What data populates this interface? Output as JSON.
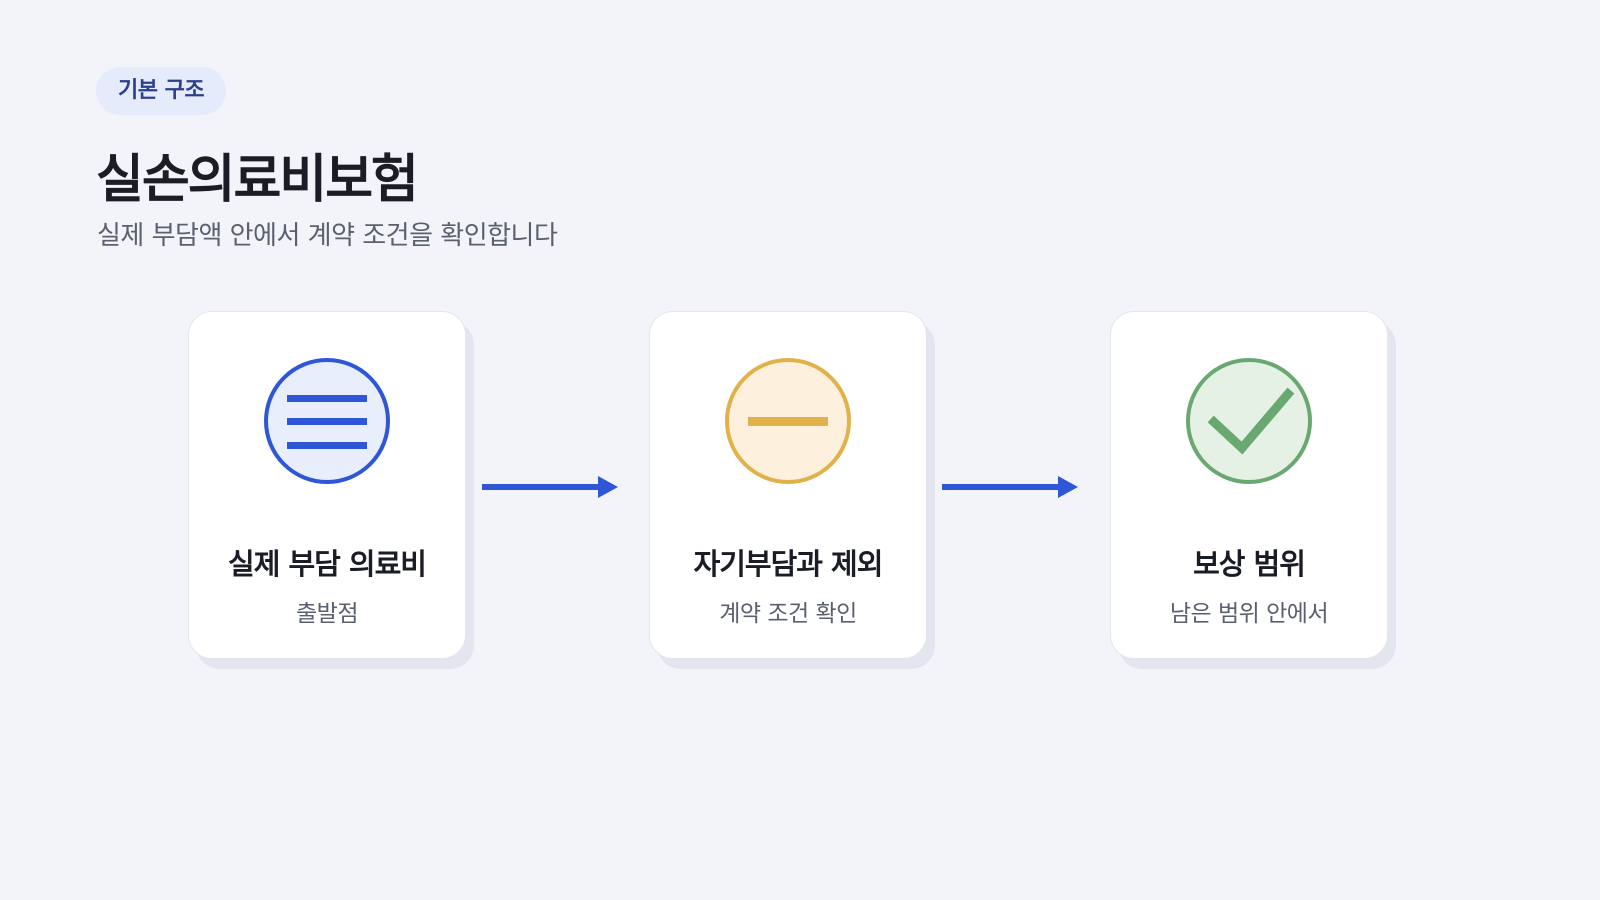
{
  "header": {
    "badge": "기본 구조",
    "title": "실손의료비보험",
    "subtitle": "실제 부담액 안에서 계약 조건을 확인합니다"
  },
  "steps": [
    {
      "title": "실제 부담 의료비",
      "subtitle": "출발점",
      "icon": "menu-lines-icon",
      "color": "#2e56d6",
      "fill": "#e8eefc"
    },
    {
      "title": "자기부담과 제외",
      "subtitle": "계약 조건 확인",
      "icon": "minus-icon",
      "color": "#e2b24a",
      "fill": "#fdf1dd"
    },
    {
      "title": "보상 범위",
      "subtitle": "남은 범위 안에서",
      "icon": "check-icon",
      "color": "#6aa872",
      "fill": "#e6f1e6"
    }
  ],
  "colors": {
    "arrow": "#2e56d6",
    "background": "#f3f4f9"
  }
}
